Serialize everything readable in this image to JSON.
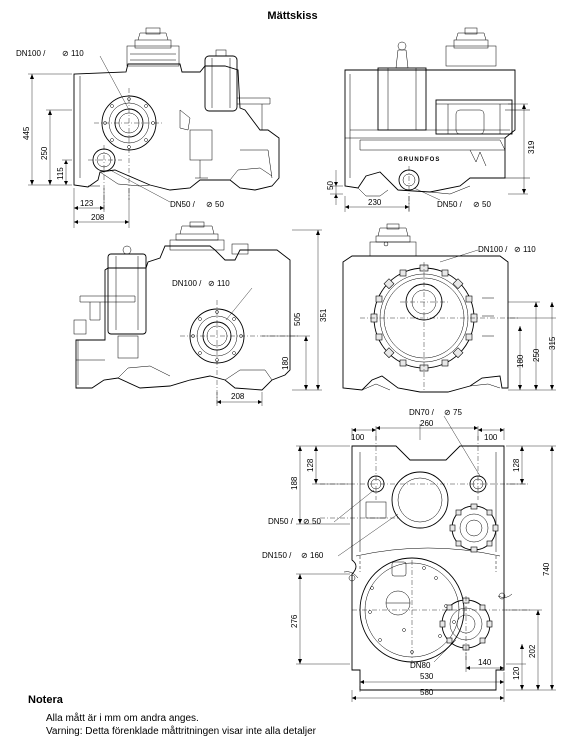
{
  "title": "Mättskiss",
  "front": {
    "dn_inlet": "DN100 /",
    "dn_inlet_dia": "110",
    "dn_outlet": "DN50 /",
    "dn_outlet_dia": "50",
    "dims": [
      "445",
      "250",
      "115",
      "123",
      "208"
    ]
  },
  "side": {
    "dn_outlet": "DN50 /",
    "dn_outlet_dia": "50",
    "brand": "GRUNDFOS",
    "dims": [
      "319",
      "50",
      "230"
    ]
  },
  "rear": {
    "dn_inlet": "DN100 /",
    "dn_inlet_dia": "110",
    "dims": [
      "505",
      "351",
      "180",
      "208"
    ]
  },
  "side2": {
    "dn_inlet": "DN100 /",
    "dn_inlet_dia": "110",
    "dims": [
      "315",
      "250",
      "180"
    ]
  },
  "top": {
    "dn70": "DN70 /",
    "dn70_dia": "75",
    "dn50": "DN50 /",
    "dn50_dia": "50",
    "dn150": "DN150 /",
    "dn150_dia": "160",
    "dn80": "DN80",
    "dims": [
      "260",
      "100",
      "100",
      "188",
      "128",
      "128",
      "740",
      "276",
      "202",
      "120",
      "140",
      "530",
      "580"
    ]
  },
  "notes": {
    "heading": "Notera",
    "line1": "Alla mått är i mm om andra anges.",
    "line2": "Varning: Detta förenklade måttritningen visar inte alla detaljer"
  }
}
